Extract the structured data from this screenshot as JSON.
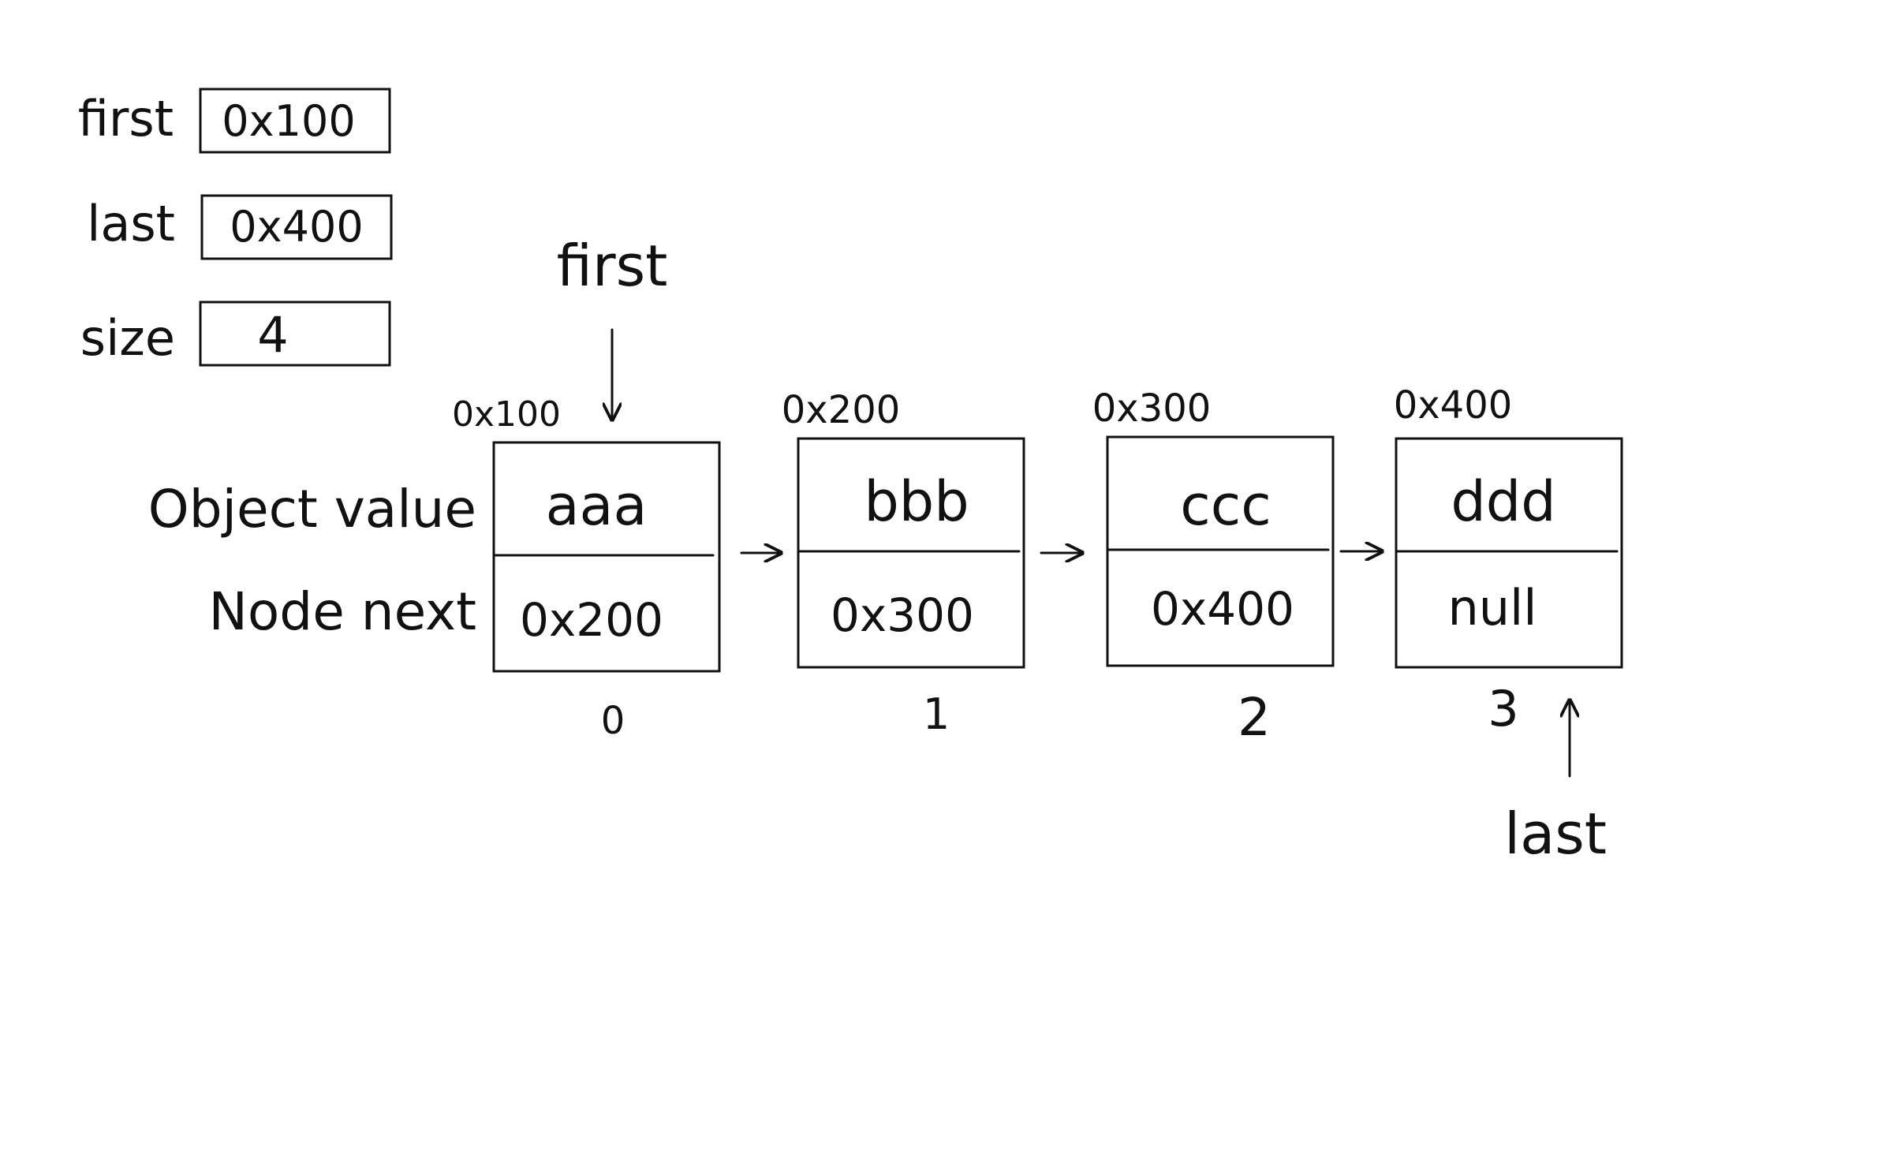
{
  "fields": [
    {
      "label": "first",
      "value": "0x100"
    },
    {
      "label": "last",
      "value": "0x400"
    },
    {
      "label": "size",
      "value": "4"
    }
  ],
  "row_labels": {
    "value_row": "Object value",
    "next_row": "Node next"
  },
  "pointers": {
    "first": "first",
    "last": "last"
  },
  "nodes": [
    {
      "address": "0x100",
      "value": "aaa",
      "next": "0x200",
      "index": "0"
    },
    {
      "address": "0x200",
      "value": "bbb",
      "next": "0x300",
      "index": "1"
    },
    {
      "address": "0x300",
      "value": "ccc",
      "next": "0x400",
      "index": "2"
    },
    {
      "address": "0x400",
      "value": "ddd",
      "next": "null",
      "index": "3"
    }
  ]
}
